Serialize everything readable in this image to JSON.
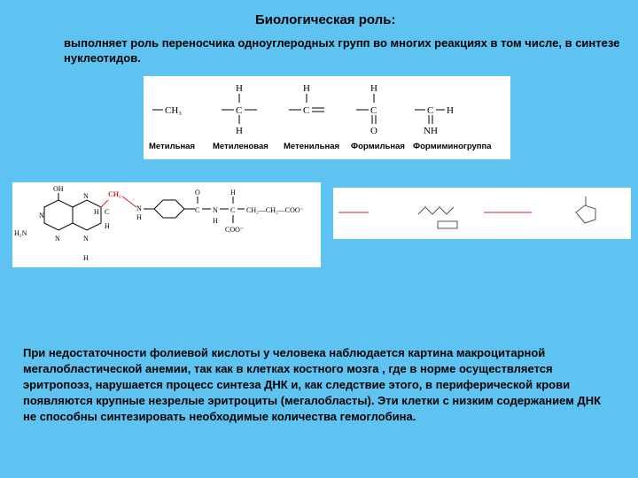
{
  "slide": {
    "title": "Биологическая роль:",
    "intro": "выполняет роль переносчика одноуглеродных групп во многих реакциях в том числе, в синтезе нуклеотидов.",
    "body": "При недостаточности фолиевой кислоты у человека наблюдается картина макроцитарной мегалобластической анемии, так как в клетках костного мозга , где в норме осуществляется эритропоэз, нарушается процесс синтеза ДНК и, как следствие этого, в периферической крови появляются крупные незрелые эритроциты (мегалобласты). Эти клетки с низким содержанием ДНК не способны синтезировать необходимые количества гемоглобина."
  },
  "one_carbon_groups": [
    {
      "formula": "—CH₃",
      "label": "Метильная"
    },
    {
      "formula": "—CH₂—",
      "label": "Метиленовая"
    },
    {
      "formula": "—CH=",
      "label": "Метенильная"
    },
    {
      "formula": "—CHO",
      "label": "Формильная"
    },
    {
      "formula": "—CH=NH",
      "label": "Формиминогруппа"
    }
  ],
  "thf_structure": {
    "atoms": {
      "oh": "OH",
      "n": "N",
      "h": "H",
      "h2n": "H₂N",
      "ch2": "CH₂",
      "o": "O",
      "c": "C",
      "ch2ch2": "CH₂—CH₂—COO⁻",
      "coo": "COO⁻"
    }
  },
  "colors": {
    "background": "#5ec3f0",
    "panel": "#ffffff",
    "highlight": "#d42020",
    "text": "#000000"
  }
}
